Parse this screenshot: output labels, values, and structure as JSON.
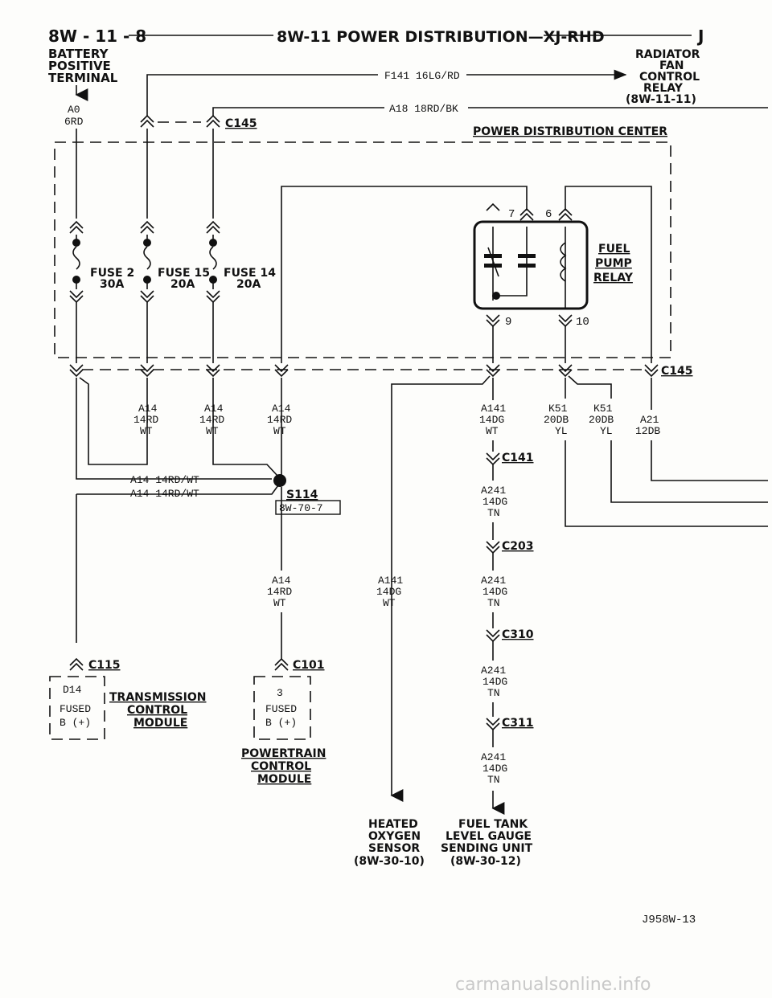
{
  "header": {
    "page_ref": "8W - 11 - 8",
    "title": "8W-11 POWER DISTRIBUTION—XJ-RHD",
    "model": "J"
  },
  "battery": {
    "line1": "BATTERY",
    "line2": "POSITIVE",
    "line3": "TERMINAL",
    "circuit": "A0",
    "gauge": "6RD"
  },
  "radiator_fan": {
    "line1": "RADIATOR",
    "line2": "FAN",
    "line3": "CONTROL",
    "line4": "RELAY",
    "ref": "(8W-11-11)"
  },
  "wires": {
    "f141": "F141 16LG/RD",
    "a18": "A18 18RD/BK",
    "a14_wt_1": "A14 14RD/WT",
    "a14_wt_2": "A14 14RD/WT"
  },
  "connectors": {
    "c145_top": "C145",
    "c145_bottom": "C145",
    "c141": "C141",
    "c203": "C203",
    "c310": "C310",
    "c311": "C311",
    "c115": "C115",
    "c101": "C101",
    "s114": "S114",
    "s114_ref": "8W-70-7"
  },
  "pdc": {
    "title": "POWER DISTRIBUTION CENTER"
  },
  "fuses": [
    {
      "name": "FUSE 2",
      "rating": "30A"
    },
    {
      "name": "FUSE 15",
      "rating": "20A"
    },
    {
      "name": "FUSE 14",
      "rating": "20A"
    }
  ],
  "relay": {
    "line1": "FUEL",
    "line2": "PUMP",
    "line3": "RELAY",
    "pin7": "7",
    "pin6": "6",
    "pin9": "9",
    "pin10": "10"
  },
  "wire_labels": {
    "a14_1": [
      "A14",
      "14RD",
      "WT"
    ],
    "a14_2": [
      "A14",
      "14RD",
      "WT"
    ],
    "a14_3": [
      "A14",
      "14RD",
      "WT"
    ],
    "a141_1": [
      "A141",
      "14DG",
      "WT"
    ],
    "k51_1": [
      "K51",
      "20DB",
      "YL"
    ],
    "k51_2": [
      "K51",
      "20DB",
      "YL"
    ],
    "a21": [
      "A21",
      "12DB"
    ],
    "a241_1": [
      "A241",
      "14DG",
      "TN"
    ],
    "a14_4": [
      "A14",
      "14RD",
      "WT"
    ],
    "a141_2": [
      "A141",
      "14DG",
      "WT"
    ],
    "a241_2": [
      "A241",
      "14DG",
      "TN"
    ],
    "a241_3": [
      "A241",
      "14DG",
      "TN"
    ],
    "a241_4": [
      "A241",
      "14DG",
      "TN"
    ]
  },
  "tcm": {
    "pin": "D14",
    "fused1": "FUSED",
    "fused2": "B (+)",
    "line1": "TRANSMISSION",
    "line2": "CONTROL",
    "line3": "MODULE"
  },
  "pcm": {
    "pin": "3",
    "fused1": "FUSED",
    "fused2": "B (+)",
    "line1": "POWERTRAIN",
    "line2": "CONTROL",
    "line3": "MODULE"
  },
  "o2": {
    "line1": "HEATED",
    "line2": "OXYGEN",
    "line3": "SENSOR",
    "ref": "(8W-30-10)"
  },
  "fuel_tank": {
    "line1": "FUEL TANK",
    "line2": "LEVEL GAUGE",
    "line3": "SENDING UNIT",
    "ref": "(8W-30-12)"
  },
  "figure_id": "J958W-13",
  "watermark": "carmanualsonline.info"
}
